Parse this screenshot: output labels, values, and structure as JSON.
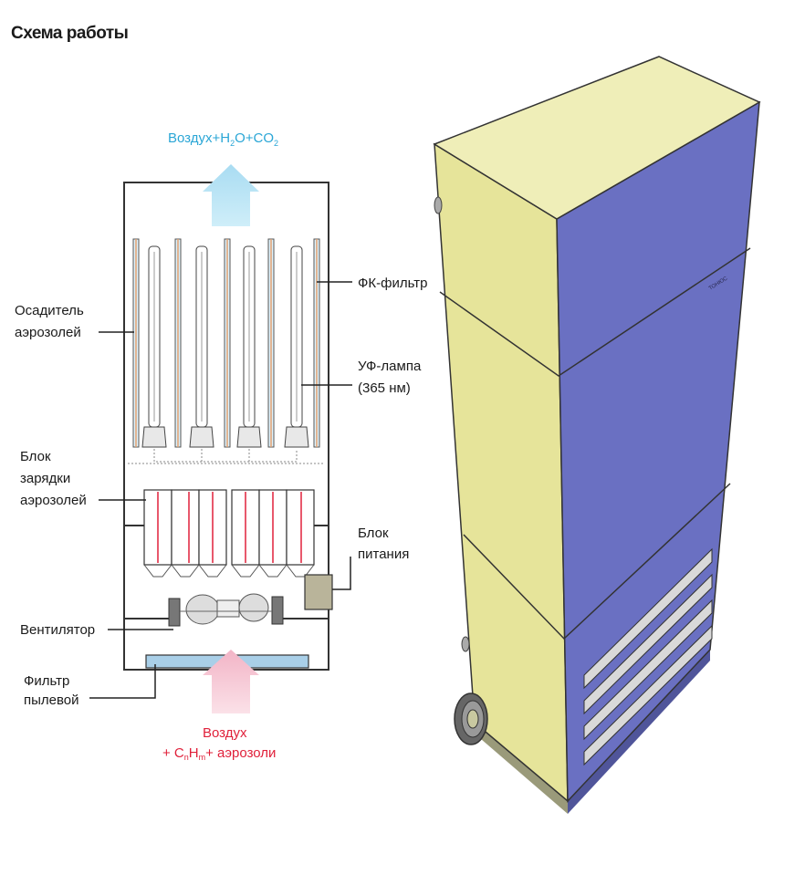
{
  "title": "Схема работы",
  "labels": {
    "outlet_prefix": "Воздух+H",
    "outlet_sub1": "2",
    "outlet_mid": "O+CO",
    "outlet_sub2": "2",
    "precipitator_line1": "Осадитель",
    "precipitator_line2": "аэрозолей",
    "pc_filter": "ФК-фильтр",
    "uv_lamp_line1": "УФ-лампа",
    "uv_lamp_line2": "(365 нм)",
    "charging_line1": "Блок",
    "charging_line2": "зарядки",
    "charging_line3": "аэрозолей",
    "power_line1": "Блок",
    "power_line2": "питания",
    "fan": "Вентилятор",
    "dust_filter_line1": "Фильтр",
    "dust_filter_line2": "пылевой",
    "inlet_line1": "Воздух",
    "inlet_line2_a": "+ C",
    "inlet_line2_s1": "n",
    "inlet_line2_b": "H",
    "inlet_line2_s2": "m",
    "inlet_line2_c": "+ аэрозоли"
  },
  "device_badge": "ТОНЮС",
  "colors": {
    "outlet_arrow": "#bfe6f6",
    "inlet_arrow": "#f6c6d4",
    "outlet_text": "#2aa6d6",
    "inlet_text": "#e0203a",
    "device_side": "#e6e49a",
    "device_front": "#6a70c2",
    "device_top": "#efeeb8"
  }
}
